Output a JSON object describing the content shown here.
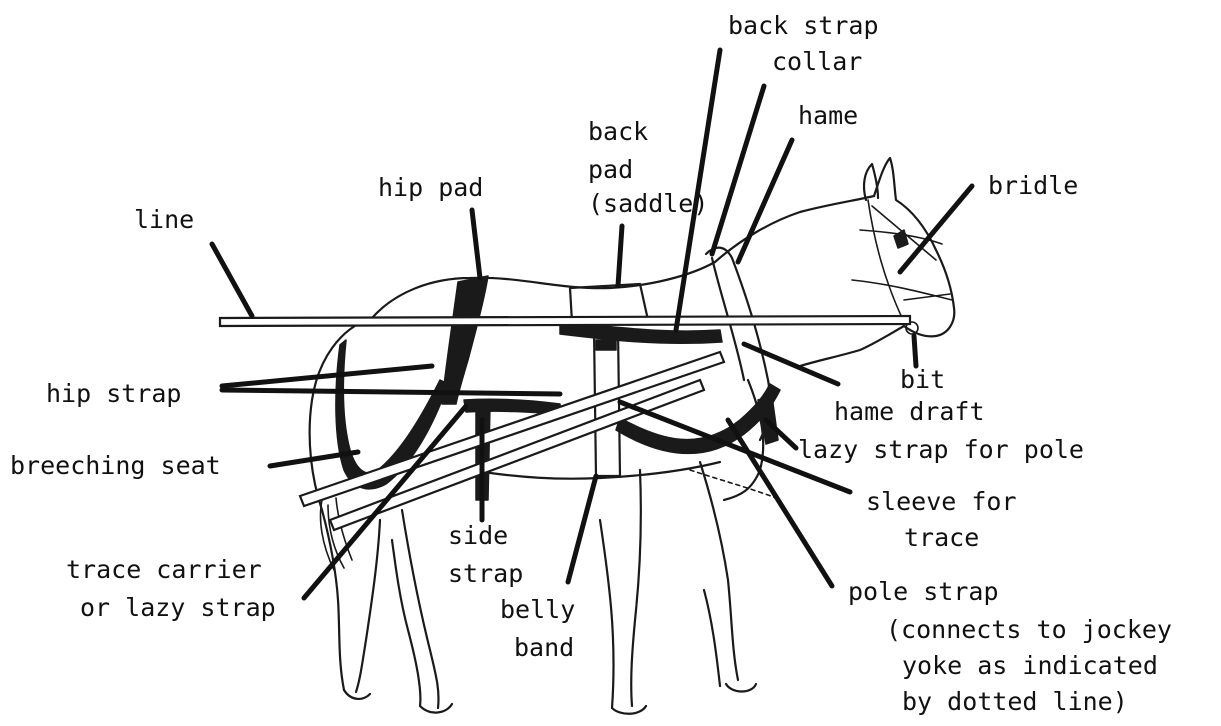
{
  "diagram": {
    "labels": {
      "back_strap": "back strap",
      "collar": "collar",
      "hame": "hame",
      "back_pad_1": "back",
      "back_pad_2": "pad",
      "back_pad_3": "(saddle)",
      "hip_pad": "hip pad",
      "bridle": "bridle",
      "line": "line",
      "hip_strap": "hip strap",
      "bit": "bit",
      "hame_draft": "hame draft",
      "lazy_strap_pole": "lazy strap for pole",
      "breeching_seat": "breeching seat",
      "sleeve_1": "sleeve for",
      "sleeve_2": "trace",
      "side_1": "side",
      "side_2": "strap",
      "trace_carrier_1": "trace carrier",
      "trace_carrier_2": "or lazy strap",
      "belly_1": "belly",
      "belly_2": "band",
      "pole_strap_1": "pole strap",
      "pole_strap_2": "(connects to jockey",
      "pole_strap_3": "yoke as indicated",
      "pole_strap_4": "by dotted line)"
    }
  }
}
